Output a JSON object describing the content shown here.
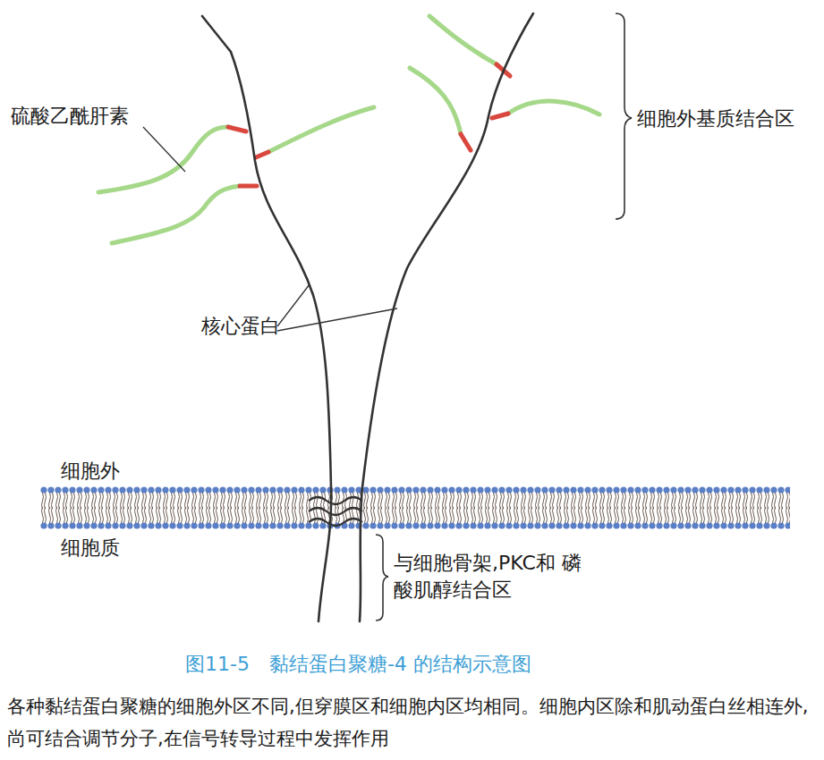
{
  "diagram": {
    "caption": "图11-5　黏结蛋白聚糖-4 的结构示意图",
    "labels": [
      "硫酸乙酰肝素",
      "细胞外基质结合区",
      "核心蛋白",
      "细胞外",
      "细胞质",
      "与细胞骨架,PKC和 磷酸肌醇结合区",
      "各种黏结蛋白聚糖的细胞外区不同,但穿膜区和细胞内区均相同。细胞内区除和肌动蛋白丝相连外,尚可结合调节分子,在信号转导过程中发挥作用"
    ]
  }
}
